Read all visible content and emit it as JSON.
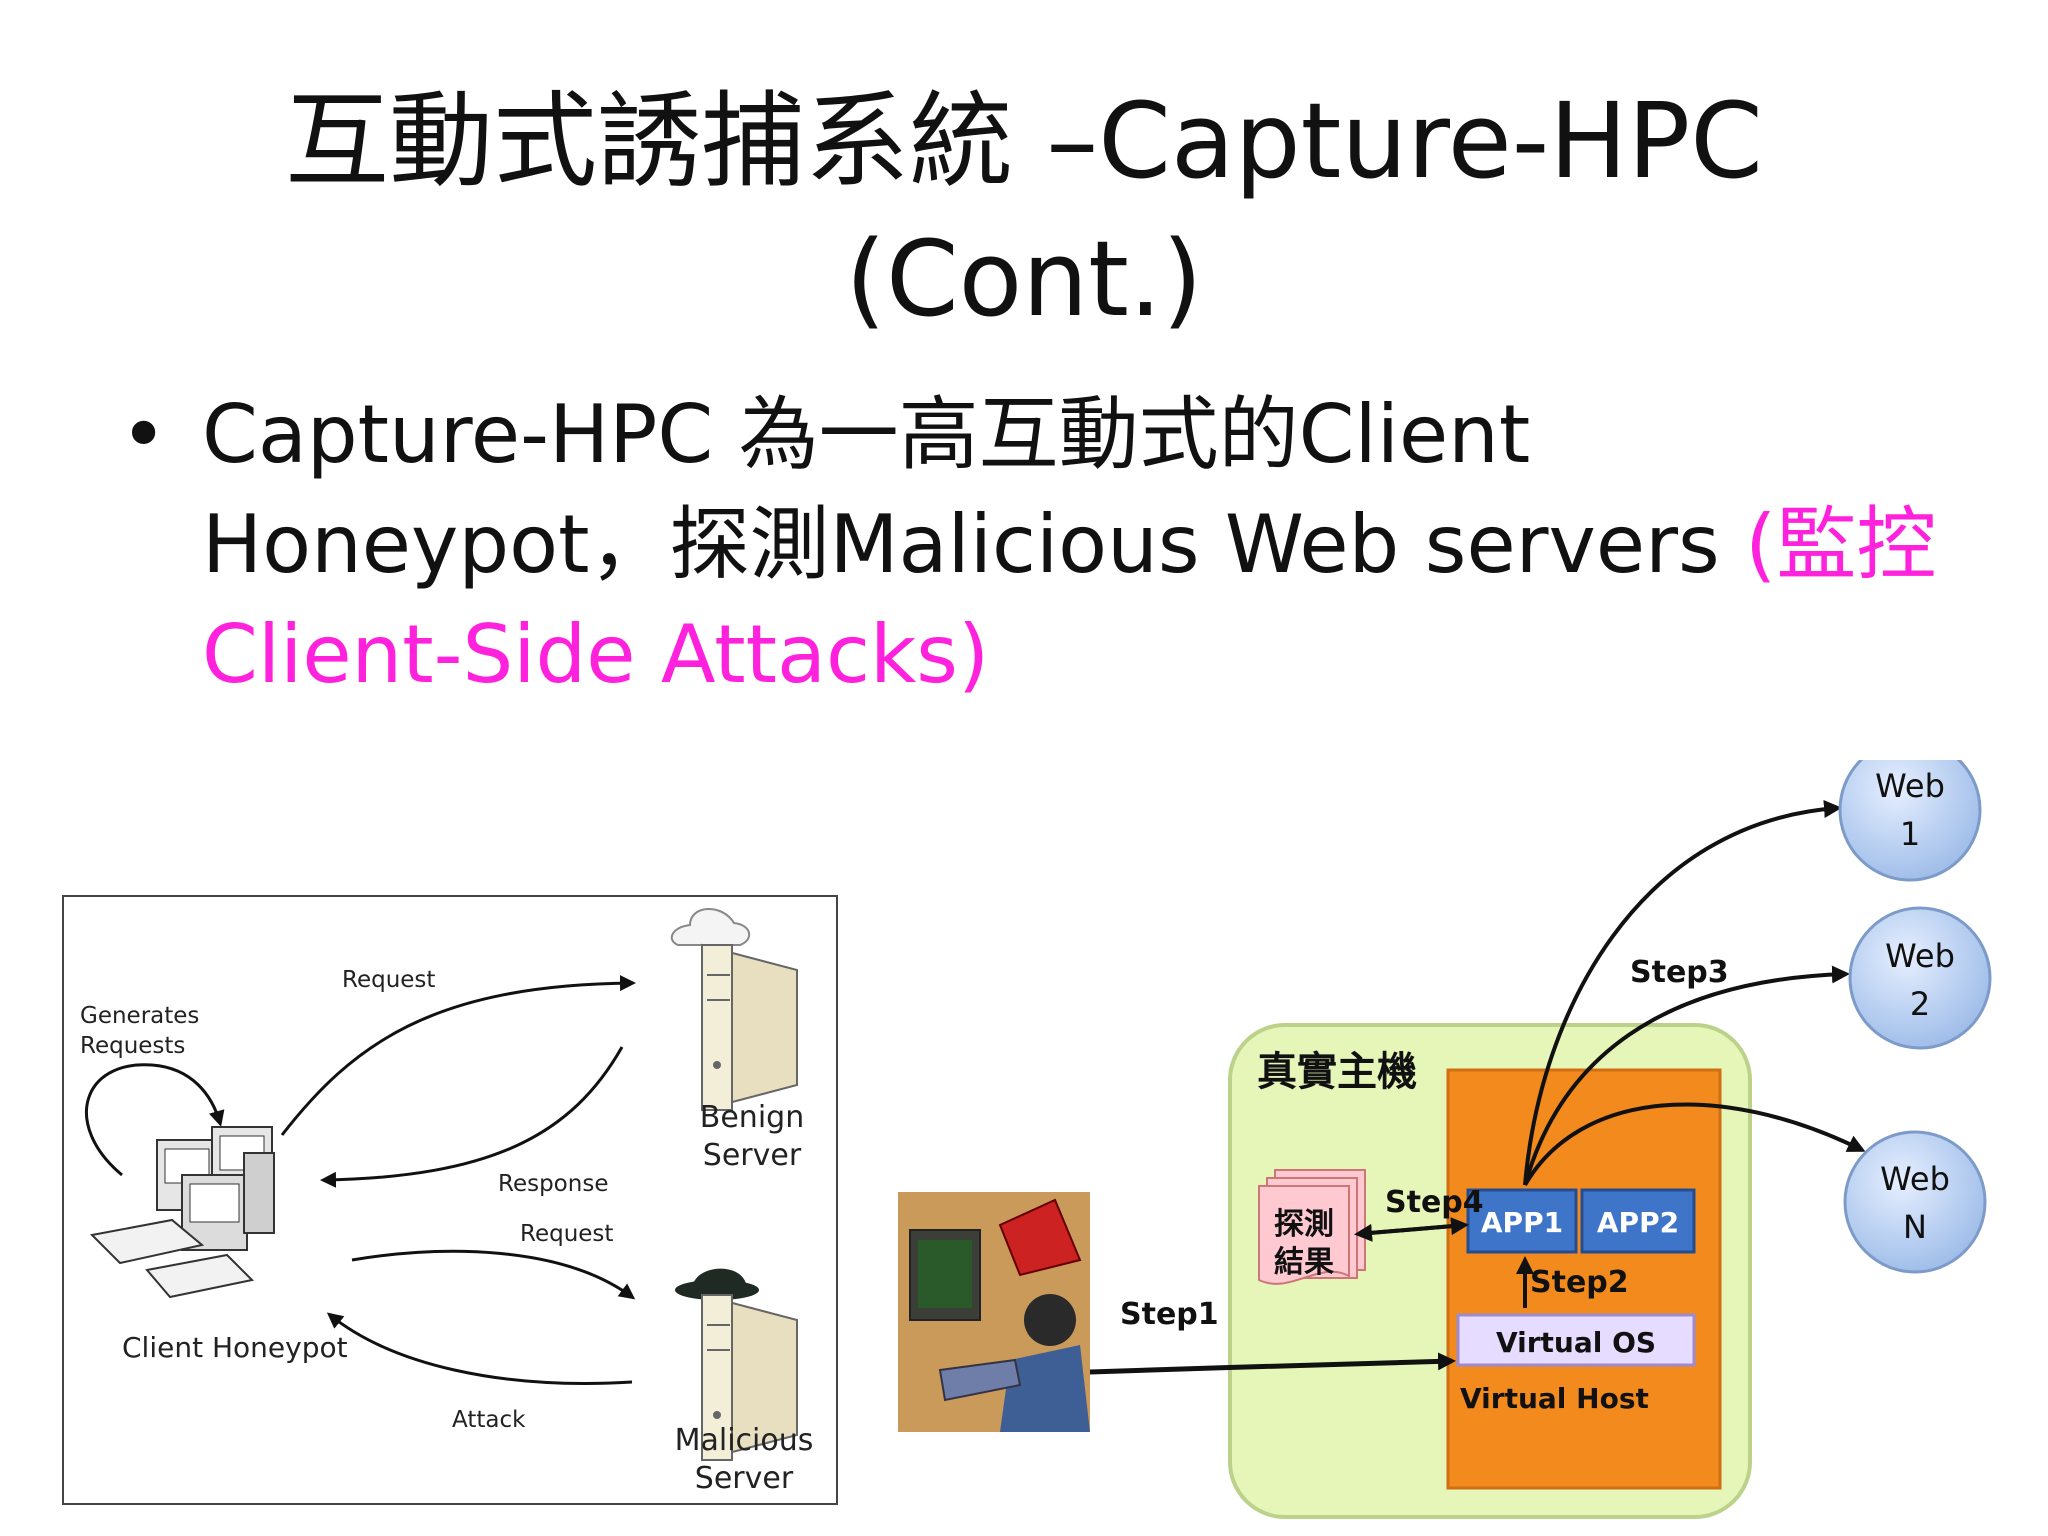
{
  "slide": {
    "title_line1": "互動式誘捕系統 –Capture-HPC",
    "title_line2": "(Cont.)",
    "bullet": {
      "marker": "•",
      "text_line1": "Capture-HPC 為一高互動式的Client",
      "text_line2_black": "Honeypot，探測Malicious Web servers ",
      "text_line2_magenta": "(監控",
      "text_line3_magenta": "Client-Side Attacks)"
    },
    "colors": {
      "title_text": "#111111",
      "highlight": "#ff22dd",
      "vm_box_fill": "#f28a1e",
      "host_box_fill": "#e6f5b8",
      "app_box_fill": "#3f75c9",
      "web_circle_fill": "#bcd3f2"
    }
  },
  "left_diagram": {
    "generates_requests_line1": "Generates",
    "generates_requests_line2": "Requests",
    "request_top": "Request",
    "response": "Response",
    "request_bottom": "Request",
    "attack": "Attack",
    "client_honeypot": "Client Honeypot",
    "benign_line1": "Benign",
    "benign_line2": "Server",
    "malicious_line1": "Malicious",
    "malicious_line2": "Server"
  },
  "right_diagram": {
    "host_label": "真實主機",
    "result_line1": "探測",
    "result_line2": "結果",
    "step1": "Step1",
    "step2": "Step2",
    "step3": "Step3",
    "step4": "Step4",
    "app1": "APP1",
    "app2": "APP2",
    "virtual_os": "Virtual OS",
    "virtual_host": "Virtual Host",
    "web1_line1": "Web",
    "web1_line2": "1",
    "web2_line1": "Web",
    "web2_line2": "2",
    "webn_line1": "Web",
    "webn_line2": "N"
  }
}
